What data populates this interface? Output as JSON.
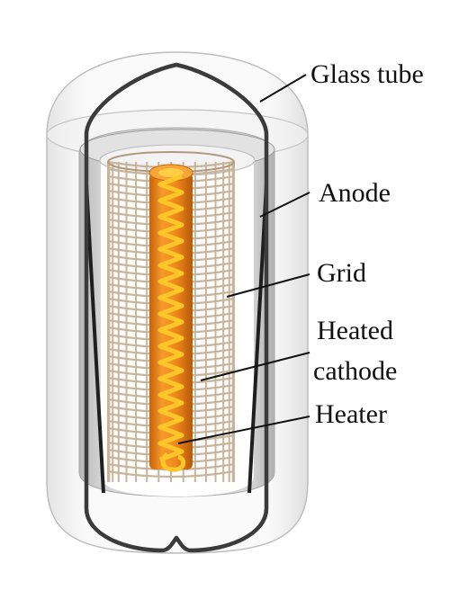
{
  "labels": {
    "glass_tube": "Glass tube",
    "anode": "Anode",
    "grid": "Grid",
    "heated_cathode_line1": "Heated",
    "heated_cathode_line2": "cathode",
    "heater": "Heater"
  },
  "colors": {
    "glass_outline": "#3a3a3a",
    "glass_fill": "#eeeeee",
    "anode_fill": "#c9c9c9",
    "anode_edge": "#2a2a2a",
    "grid_wire": "#c8b49a",
    "cathode": "#f08a1c",
    "cathode_dark": "#c76a0c",
    "heater": "#ffc629",
    "leader": "#111111"
  }
}
